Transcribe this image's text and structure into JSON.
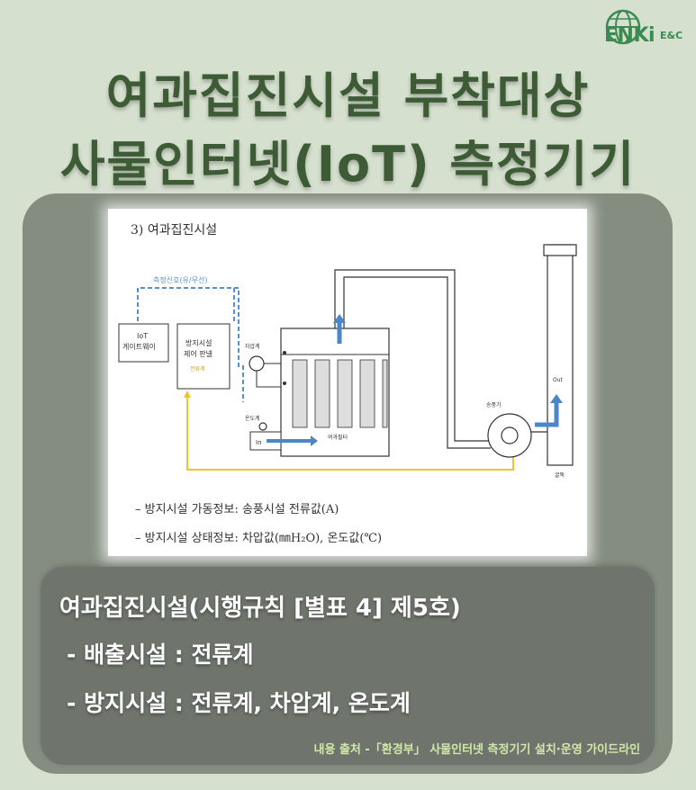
{
  "logo": {
    "text": "ENKi",
    "sub": "E&C",
    "icon": "globe-icon"
  },
  "headline": {
    "line1": "여과집진시설 부착대상",
    "line2": "사물인터넷(IoT) 측정기기"
  },
  "diagram": {
    "title": "3) 여과집진시설",
    "signal_label": "측정신호(유/무선)",
    "gateway_line1": "IoT",
    "gateway_line2": "게이트웨이",
    "panel_line1": "방지시설",
    "panel_line2": "제어 판넬",
    "panel_sub": "전류계",
    "diff_pressure": "차압계",
    "thermometer": "온도계",
    "filter": "여과필터",
    "inlet": "In",
    "outlet": "Out",
    "fan": "송풍기",
    "stack": "굴뚝",
    "note1": "– 방지시설 가동정보: 송풍시설 전류값(A)",
    "note2": "– 방지시설 상태정보: 차압값(㎜H₂O), 온도값(℃)"
  },
  "info": {
    "title": "여과집진시설(시행규칙 [별표 4] 제5호)",
    "line1": "- 배출시설 : 전류계",
    "line2": "- 방지시설 : 전류계, 차압계, 온도계",
    "source": "내용 출처 -「환경부」 사물인터넷 측정기기 설치·운영 가이드라인"
  },
  "colors": {
    "background": "#d6e0cf",
    "headline": "#3d5c36",
    "panel": "#848d80",
    "info_box": "#6f756d",
    "source_text": "#d3e8a8",
    "signal_line": "#5b8fc9",
    "power_line": "#f2c230",
    "flow_arrow": "#4a86c8"
  }
}
